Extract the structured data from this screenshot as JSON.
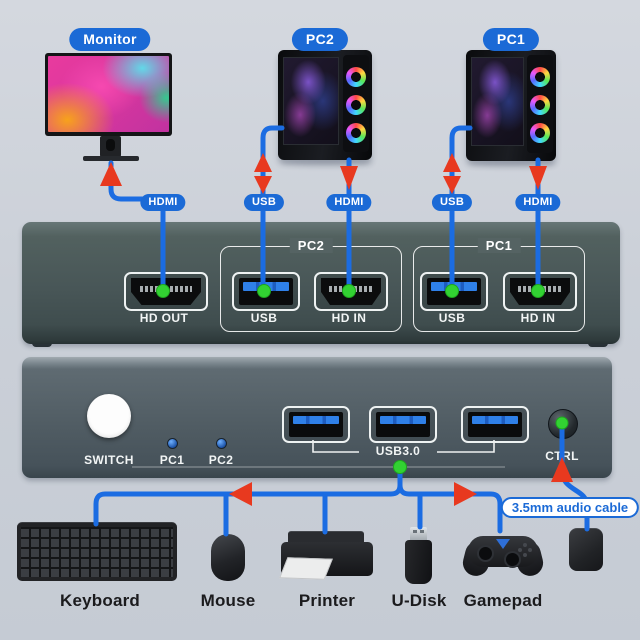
{
  "colors": {
    "accent_blue": "#1b6ad6",
    "cable_blue": "#1b6ce2",
    "arrow_red": "#e8391f",
    "dot_green": "#32d232",
    "device_body": "#4e5a5c",
    "background": "#cdd2d9"
  },
  "device_labels": {
    "monitor": "Monitor",
    "pc2": "PC2",
    "pc1": "PC1"
  },
  "connection_tags": [
    "HDMI",
    "USB",
    "HDMI",
    "USB",
    "HDMI"
  ],
  "rear_panel": {
    "hd_out": "HD OUT",
    "groups": [
      {
        "name": "PC2",
        "usb": "USB",
        "hd_in": "HD IN"
      },
      {
        "name": "PC1",
        "usb": "USB",
        "hd_in": "HD IN"
      }
    ]
  },
  "front_panel": {
    "switch": "SWITCH",
    "led_pc1": "PC1",
    "led_pc2": "PC2",
    "usb": "USB3.0",
    "ctrl": "CTRL"
  },
  "peripherals": {
    "keyboard": "Keyboard",
    "mouse": "Mouse",
    "printer": "Printer",
    "u_disk": "U-Disk",
    "gamepad": "Gamepad"
  },
  "audio_cable_note": "3.5mm audio cable"
}
